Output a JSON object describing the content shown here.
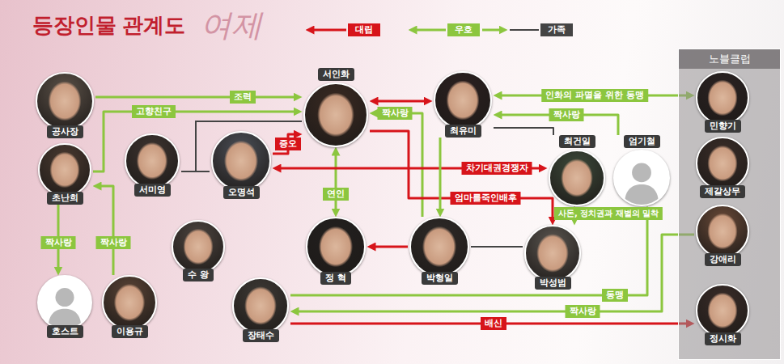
{
  "diagram": {
    "title": "등장인물 관계도",
    "nodes": [
      {
        "text": [
          "공사장"
        ]
      },
      {
        "text": [
          "서인화"
        ]
      },
      {
        "text": [
          "최유미"
        ]
      },
      {
        "text": [
          "노블클럽"
        ]
      },
      {
        "text": [
          "민향기"
        ],
        "in": 3
      },
      {
        "text": [
          "초난희"
        ]
      },
      {
        "text": [
          "서미영"
        ]
      },
      {
        "text": [
          "오명석"
        ]
      },
      {
        "text": [
          "최건일"
        ]
      },
      {
        "text": [
          "엄기철"
        ]
      },
      {
        "text": [
          "제갈상무"
        ],
        "in": 3
      },
      {
        "text": [
          "수 왕"
        ]
      },
      {
        "text": [
          "정 혁"
        ]
      },
      {
        "text": [
          "박형일"
        ]
      },
      {
        "text": [
          "박성범"
        ]
      },
      {
        "text": [
          "강애리"
        ],
        "in": 3
      },
      {
        "text": [
          "호스트"
        ]
      },
      {
        "text": [
          "이용규"
        ]
      },
      {
        "text": [
          "장태수"
        ]
      },
      {
        "text": [
          "정시화"
        ],
        "in": 3
      }
    ],
    "edges": [
      {
        "from": 0,
        "to": 1,
        "arrow": "to",
        "label": "조력"
      },
      {
        "from": 5,
        "to": 1,
        "arrow": "to",
        "label": "고향친구"
      },
      {
        "from": 6,
        "to": 7,
        "arrow": "none"
      },
      {
        "from": 6,
        "to": 1,
        "arrow": "none"
      },
      {
        "from": 7,
        "to": 1,
        "arrow": "none"
      },
      {
        "from": 7,
        "to": 1,
        "arrow": "to",
        "label": "증오"
      },
      {
        "from": 1,
        "to": 2,
        "arrow": "both"
      },
      {
        "from": 1,
        "to": 12,
        "arrow": "both",
        "label": "연인"
      },
      {
        "from": 13,
        "to": 1,
        "arrow": "to",
        "label": "짝사랑"
      },
      {
        "from": 13,
        "to": 12,
        "arrow": "to"
      },
      {
        "from": 1,
        "to": 14,
        "arrow": "to",
        "label": "엄마를죽인배후"
      },
      {
        "from": 7,
        "to": 8,
        "arrow": "both",
        "label": "차기대권경쟁자"
      },
      {
        "from": 2,
        "to": 4,
        "arrow": "both",
        "label": "인화의 파멸을 위한 동맹"
      },
      {
        "from": 9,
        "to": 2,
        "arrow": "to",
        "label": "짝사랑"
      },
      {
        "from": 2,
        "to": 13,
        "arrow": "to"
      },
      {
        "from": 2,
        "to": 8,
        "arrow": "none"
      },
      {
        "from": 13,
        "to": 14,
        "arrow": "none"
      },
      {
        "from": 8,
        "to": 14,
        "arrow": "both",
        "label": "사돈, 정치권과 재벌의 밀착"
      },
      {
        "from": 18,
        "to": 9,
        "arrow": "to",
        "label": "동맹"
      },
      {
        "from": 15,
        "to": 18,
        "arrow": "to",
        "label": "짝사랑"
      },
      {
        "from": 18,
        "to": 19,
        "arrow": "to",
        "label": "배신"
      },
      {
        "from": 5,
        "to": 16,
        "arrow": "to",
        "label": "짝사랑"
      },
      {
        "from": 17,
        "to": 5,
        "arrow": "to",
        "label": "짝사랑"
      }
    ],
    "labels": [
      "여제"
    ],
    "legend": [
      {
        "text": "대립",
        "color": "#d7141a"
      },
      {
        "text": "우호",
        "color": "#8cc63f"
      },
      {
        "text": "가족",
        "color": "#444444"
      }
    ]
  }
}
